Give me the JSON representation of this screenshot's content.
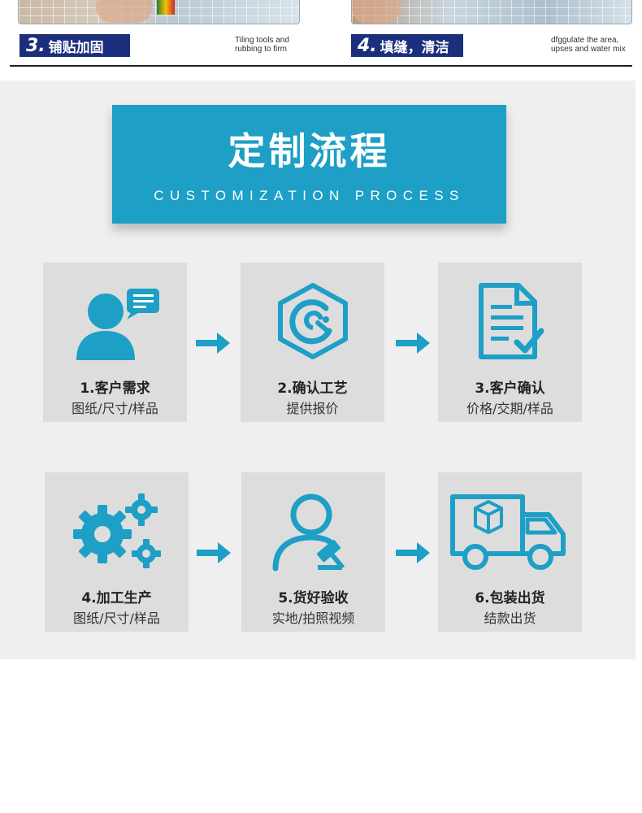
{
  "top_steps": [
    {
      "number": "3.",
      "title": "铺贴加固",
      "note": "Tiling tools and rubbing to firm"
    },
    {
      "number": "4.",
      "title": "填缝，清洁",
      "note": "dfggulate the area, upses and water mix"
    }
  ],
  "banner": {
    "title_cn": "定制流程",
    "title_en": "CUSTOMIZATION PROCESS"
  },
  "colors": {
    "accent": "#1d9fc6",
    "section_bg": "#efefef",
    "card_bg": "#dddddd",
    "badge_bg": "#1b2f7c"
  },
  "process_steps": [
    {
      "title": "1.客户需求",
      "subtitle": "图纸/尺寸/样品",
      "icon": "customer-chat-icon"
    },
    {
      "title": "2.确认工艺",
      "subtitle": "提供报价",
      "icon": "hexagon-logo-icon"
    },
    {
      "title": "3.客户确认",
      "subtitle": "价格/交期/样品",
      "icon": "document-check-icon"
    },
    {
      "title": "4.加工生产",
      "subtitle": "图纸/尺寸/样品",
      "icon": "gears-icon"
    },
    {
      "title": "5.货好验收",
      "subtitle": "实地/拍照视频",
      "icon": "inspector-gavel-icon"
    },
    {
      "title": "6.包装出货",
      "subtitle": "结款出货",
      "icon": "delivery-truck-icon"
    }
  ]
}
